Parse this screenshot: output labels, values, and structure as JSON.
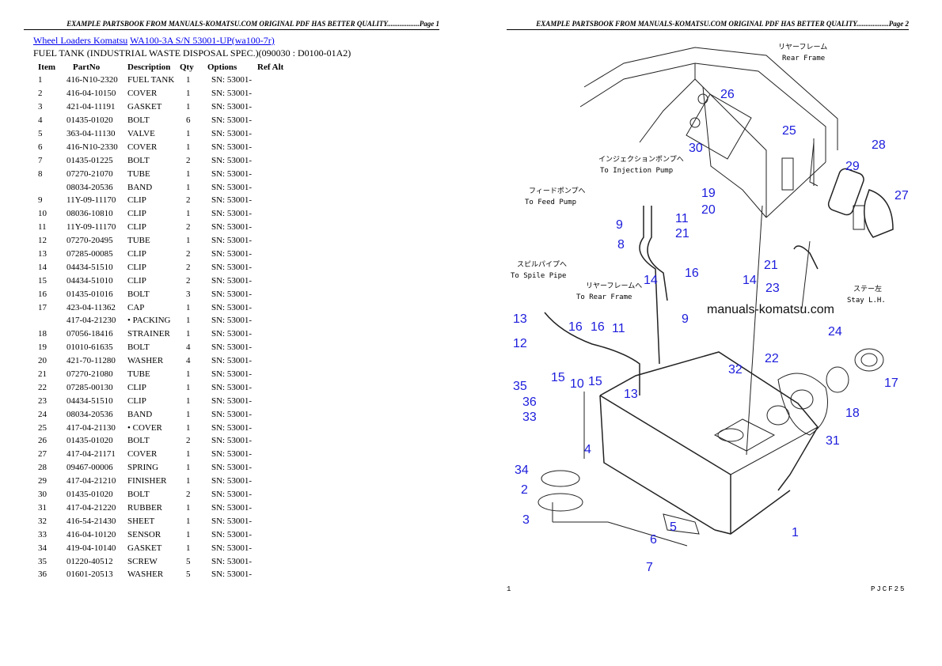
{
  "header_left": "EXAMPLE PARTSBOOK FROM MANUALS-KOMATSU.COM ORIGINAL PDF HAS BETTER QUALITY..................Page 1",
  "header_right": "EXAMPLE PARTSBOOK FROM MANUALS-KOMATSU.COM ORIGINAL PDF HAS BETTER QUALITY..................Page 2",
  "breadcrumb": {
    "link1": "Wheel Loaders Komatsu",
    "link2": "WA100-3A S/N 53001-UP(wa100-7r)"
  },
  "subtitle": "FUEL TANK (INDUSTRIAL WASTE DISPOSAL SPEC.)(090030 : D0100-01A2)",
  "columns": [
    "Item",
    "PartNo",
    "Description",
    "Qty",
    "Options",
    "Ref Alt"
  ],
  "rows": [
    [
      "1",
      "416-N10-2320",
      "FUEL TANK",
      "1",
      "SN: 53001-",
      ""
    ],
    [
      "2",
      "416-04-10150",
      "COVER",
      "1",
      "SN: 53001-",
      ""
    ],
    [
      "3",
      "421-04-11191",
      "GASKET",
      "1",
      "SN: 53001-",
      ""
    ],
    [
      "4",
      "01435-01020",
      "BOLT",
      "6",
      "SN: 53001-",
      ""
    ],
    [
      "5",
      "363-04-11130",
      "VALVE",
      "1",
      "SN: 53001-",
      ""
    ],
    [
      "6",
      "416-N10-2330",
      "COVER",
      "1",
      "SN: 53001-",
      ""
    ],
    [
      "7",
      "01435-01225",
      "BOLT",
      "2",
      "SN: 53001-",
      ""
    ],
    [
      "8",
      "07270-21070",
      "TUBE",
      "1",
      "SN: 53001-",
      ""
    ],
    [
      "",
      "08034-20536",
      "BAND",
      "1",
      "SN: 53001-",
      ""
    ],
    [
      "9",
      "11Y-09-11170",
      "CLIP",
      "2",
      "SN: 53001-",
      ""
    ],
    [
      "10",
      "08036-10810",
      "CLIP",
      "1",
      "SN: 53001-",
      ""
    ],
    [
      "11",
      "11Y-09-11170",
      "CLIP",
      "2",
      "SN: 53001-",
      ""
    ],
    [
      "12",
      "07270-20495",
      "TUBE",
      "1",
      "SN: 53001-",
      ""
    ],
    [
      "13",
      "07285-00085",
      "CLIP",
      "2",
      "SN: 53001-",
      ""
    ],
    [
      "14",
      "04434-51510",
      "CLIP",
      "2",
      "SN: 53001-",
      ""
    ],
    [
      "15",
      "04434-51010",
      "CLIP",
      "2",
      "SN: 53001-",
      ""
    ],
    [
      "16",
      "01435-01016",
      "BOLT",
      "3",
      "SN: 53001-",
      ""
    ],
    [
      "17",
      "423-04-11362",
      "CAP",
      "1",
      "SN: 53001-",
      ""
    ],
    [
      "",
      "417-04-21230",
      "• PACKING",
      "1",
      "SN: 53001-",
      ""
    ],
    [
      "18",
      "07056-18416",
      "STRAINER",
      "1",
      "SN: 53001-",
      ""
    ],
    [
      "19",
      "01010-61635",
      "BOLT",
      "4",
      "SN: 53001-",
      ""
    ],
    [
      "20",
      "421-70-11280",
      "WASHER",
      "4",
      "SN: 53001-",
      ""
    ],
    [
      "21",
      "07270-21080",
      "TUBE",
      "1",
      "SN: 53001-",
      ""
    ],
    [
      "22",
      "07285-00130",
      "CLIP",
      "1",
      "SN: 53001-",
      ""
    ],
    [
      "23",
      "04434-51510",
      "CLIP",
      "1",
      "SN: 53001-",
      ""
    ],
    [
      "24",
      "08034-20536",
      "BAND",
      "1",
      "SN: 53001-",
      ""
    ],
    [
      "25",
      "417-04-21130",
      "• COVER",
      "1",
      "SN: 53001-",
      ""
    ],
    [
      "26",
      "01435-01020",
      "BOLT",
      "2",
      "SN: 53001-",
      ""
    ],
    [
      "27",
      "417-04-21171",
      "COVER",
      "1",
      "SN: 53001-",
      ""
    ],
    [
      "28",
      "09467-00006",
      "SPRING",
      "1",
      "SN: 53001-",
      ""
    ],
    [
      "29",
      "417-04-21210",
      "FINISHER",
      "1",
      "SN: 53001-",
      ""
    ],
    [
      "30",
      "01435-01020",
      "BOLT",
      "2",
      "SN: 53001-",
      ""
    ],
    [
      "31",
      "417-04-21220",
      "RUBBER",
      "1",
      "SN: 53001-",
      ""
    ],
    [
      "32",
      "416-54-21430",
      "SHEET",
      "1",
      "SN: 53001-",
      ""
    ],
    [
      "33",
      "416-04-10120",
      "SENSOR",
      "1",
      "SN: 53001-",
      ""
    ],
    [
      "34",
      "419-04-10140",
      "GASKET",
      "1",
      "SN: 53001-",
      ""
    ],
    [
      "35",
      "01220-40512",
      "SCREW",
      "5",
      "SN: 53001-",
      ""
    ],
    [
      "36",
      "01601-20513",
      "WASHER",
      "5",
      "SN: 53001-",
      ""
    ]
  ],
  "diagram": {
    "labels": {
      "rear_frame_jp": "リヤーフレーム",
      "rear_frame": "Rear Frame",
      "injection_jp": "インジェクションポンプへ",
      "injection": "To Injection Pump",
      "feed_jp": "フィードポンプへ",
      "feed": "To Feed Pump",
      "spill_jp": "スピルパイプへ",
      "spill": "To Spile Pipe",
      "rear_frame2_jp": "リヤーフレームへ",
      "rear_frame2": "To Rear Frame",
      "stay_jp": "ステー左",
      "stay": "Stay L.H."
    },
    "watermark": "manuals-komatsu.com",
    "callouts": [
      "26",
      "25",
      "30",
      "29",
      "28",
      "27",
      "19",
      "20",
      "11",
      "9",
      "21",
      "8",
      "16",
      "14",
      "21",
      "23",
      "13",
      "16",
      "16",
      "12",
      "14",
      "11",
      "9",
      "24",
      "22",
      "32",
      "15",
      "35",
      "10",
      "36",
      "15",
      "13",
      "33",
      "17",
      "18",
      "31",
      "4",
      "34",
      "2",
      "3",
      "5",
      "1",
      "6",
      "7"
    ]
  },
  "footer_left": "1",
  "footer_right": "PJCF25"
}
